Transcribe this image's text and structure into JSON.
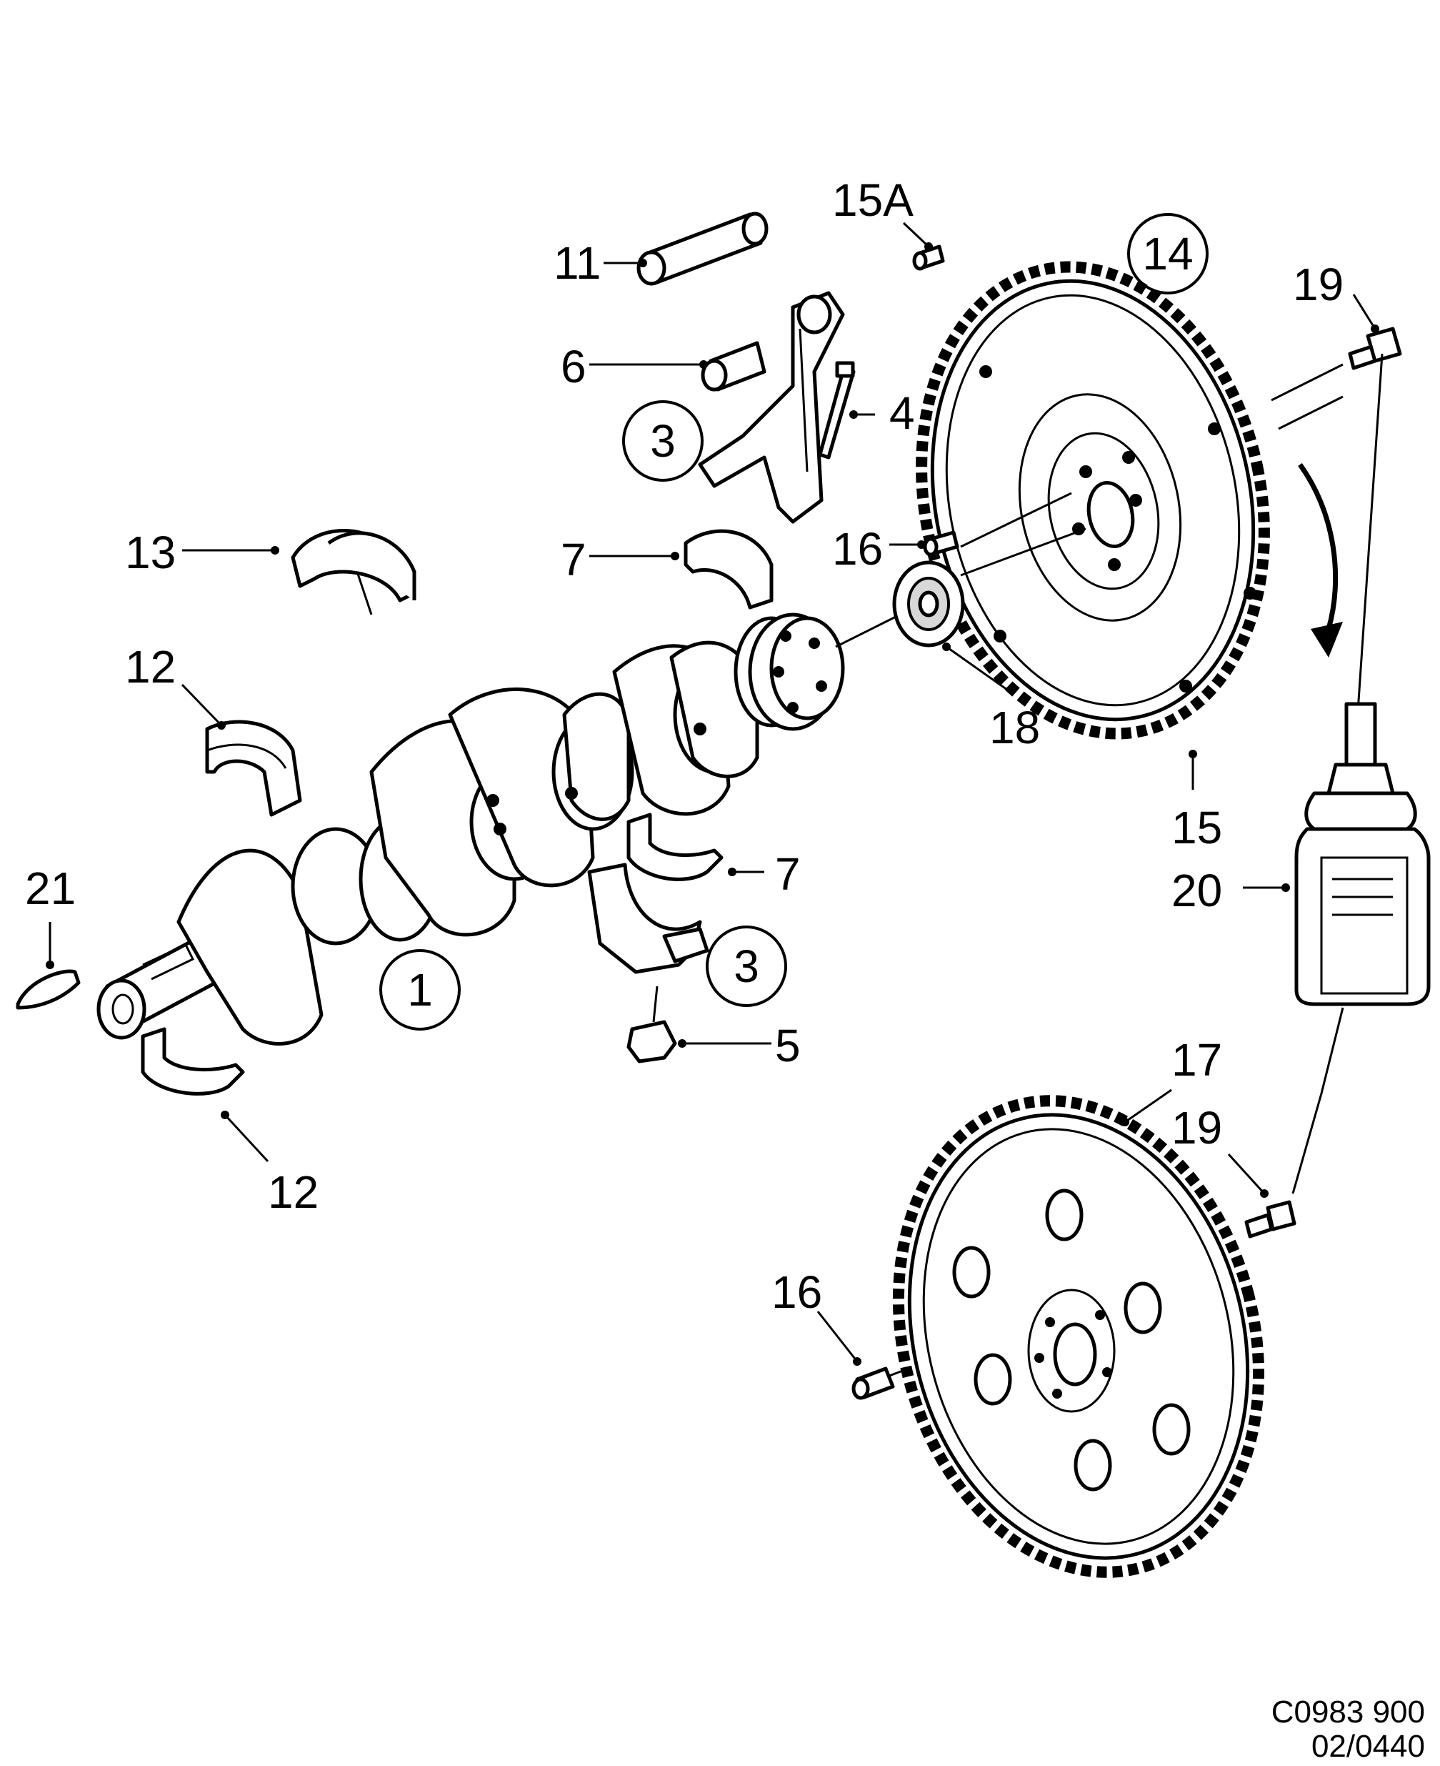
{
  "callouts": {
    "c1": "1",
    "c3a": "3",
    "c3b": "3",
    "c4": "4",
    "c5": "5",
    "c6": "6",
    "c7a": "7",
    "c7b": "7",
    "c11": "11",
    "c12a": "12",
    "c12b": "12",
    "c13": "13",
    "c14": "14",
    "c15": "15",
    "c15a": "15A",
    "c16a": "16",
    "c16b": "16",
    "c17": "17",
    "c18": "18",
    "c19a": "19",
    "c19b": "19",
    "c20": "20",
    "c21": "21"
  },
  "reference": {
    "code": "C0983 900",
    "sub": "02/0440"
  }
}
